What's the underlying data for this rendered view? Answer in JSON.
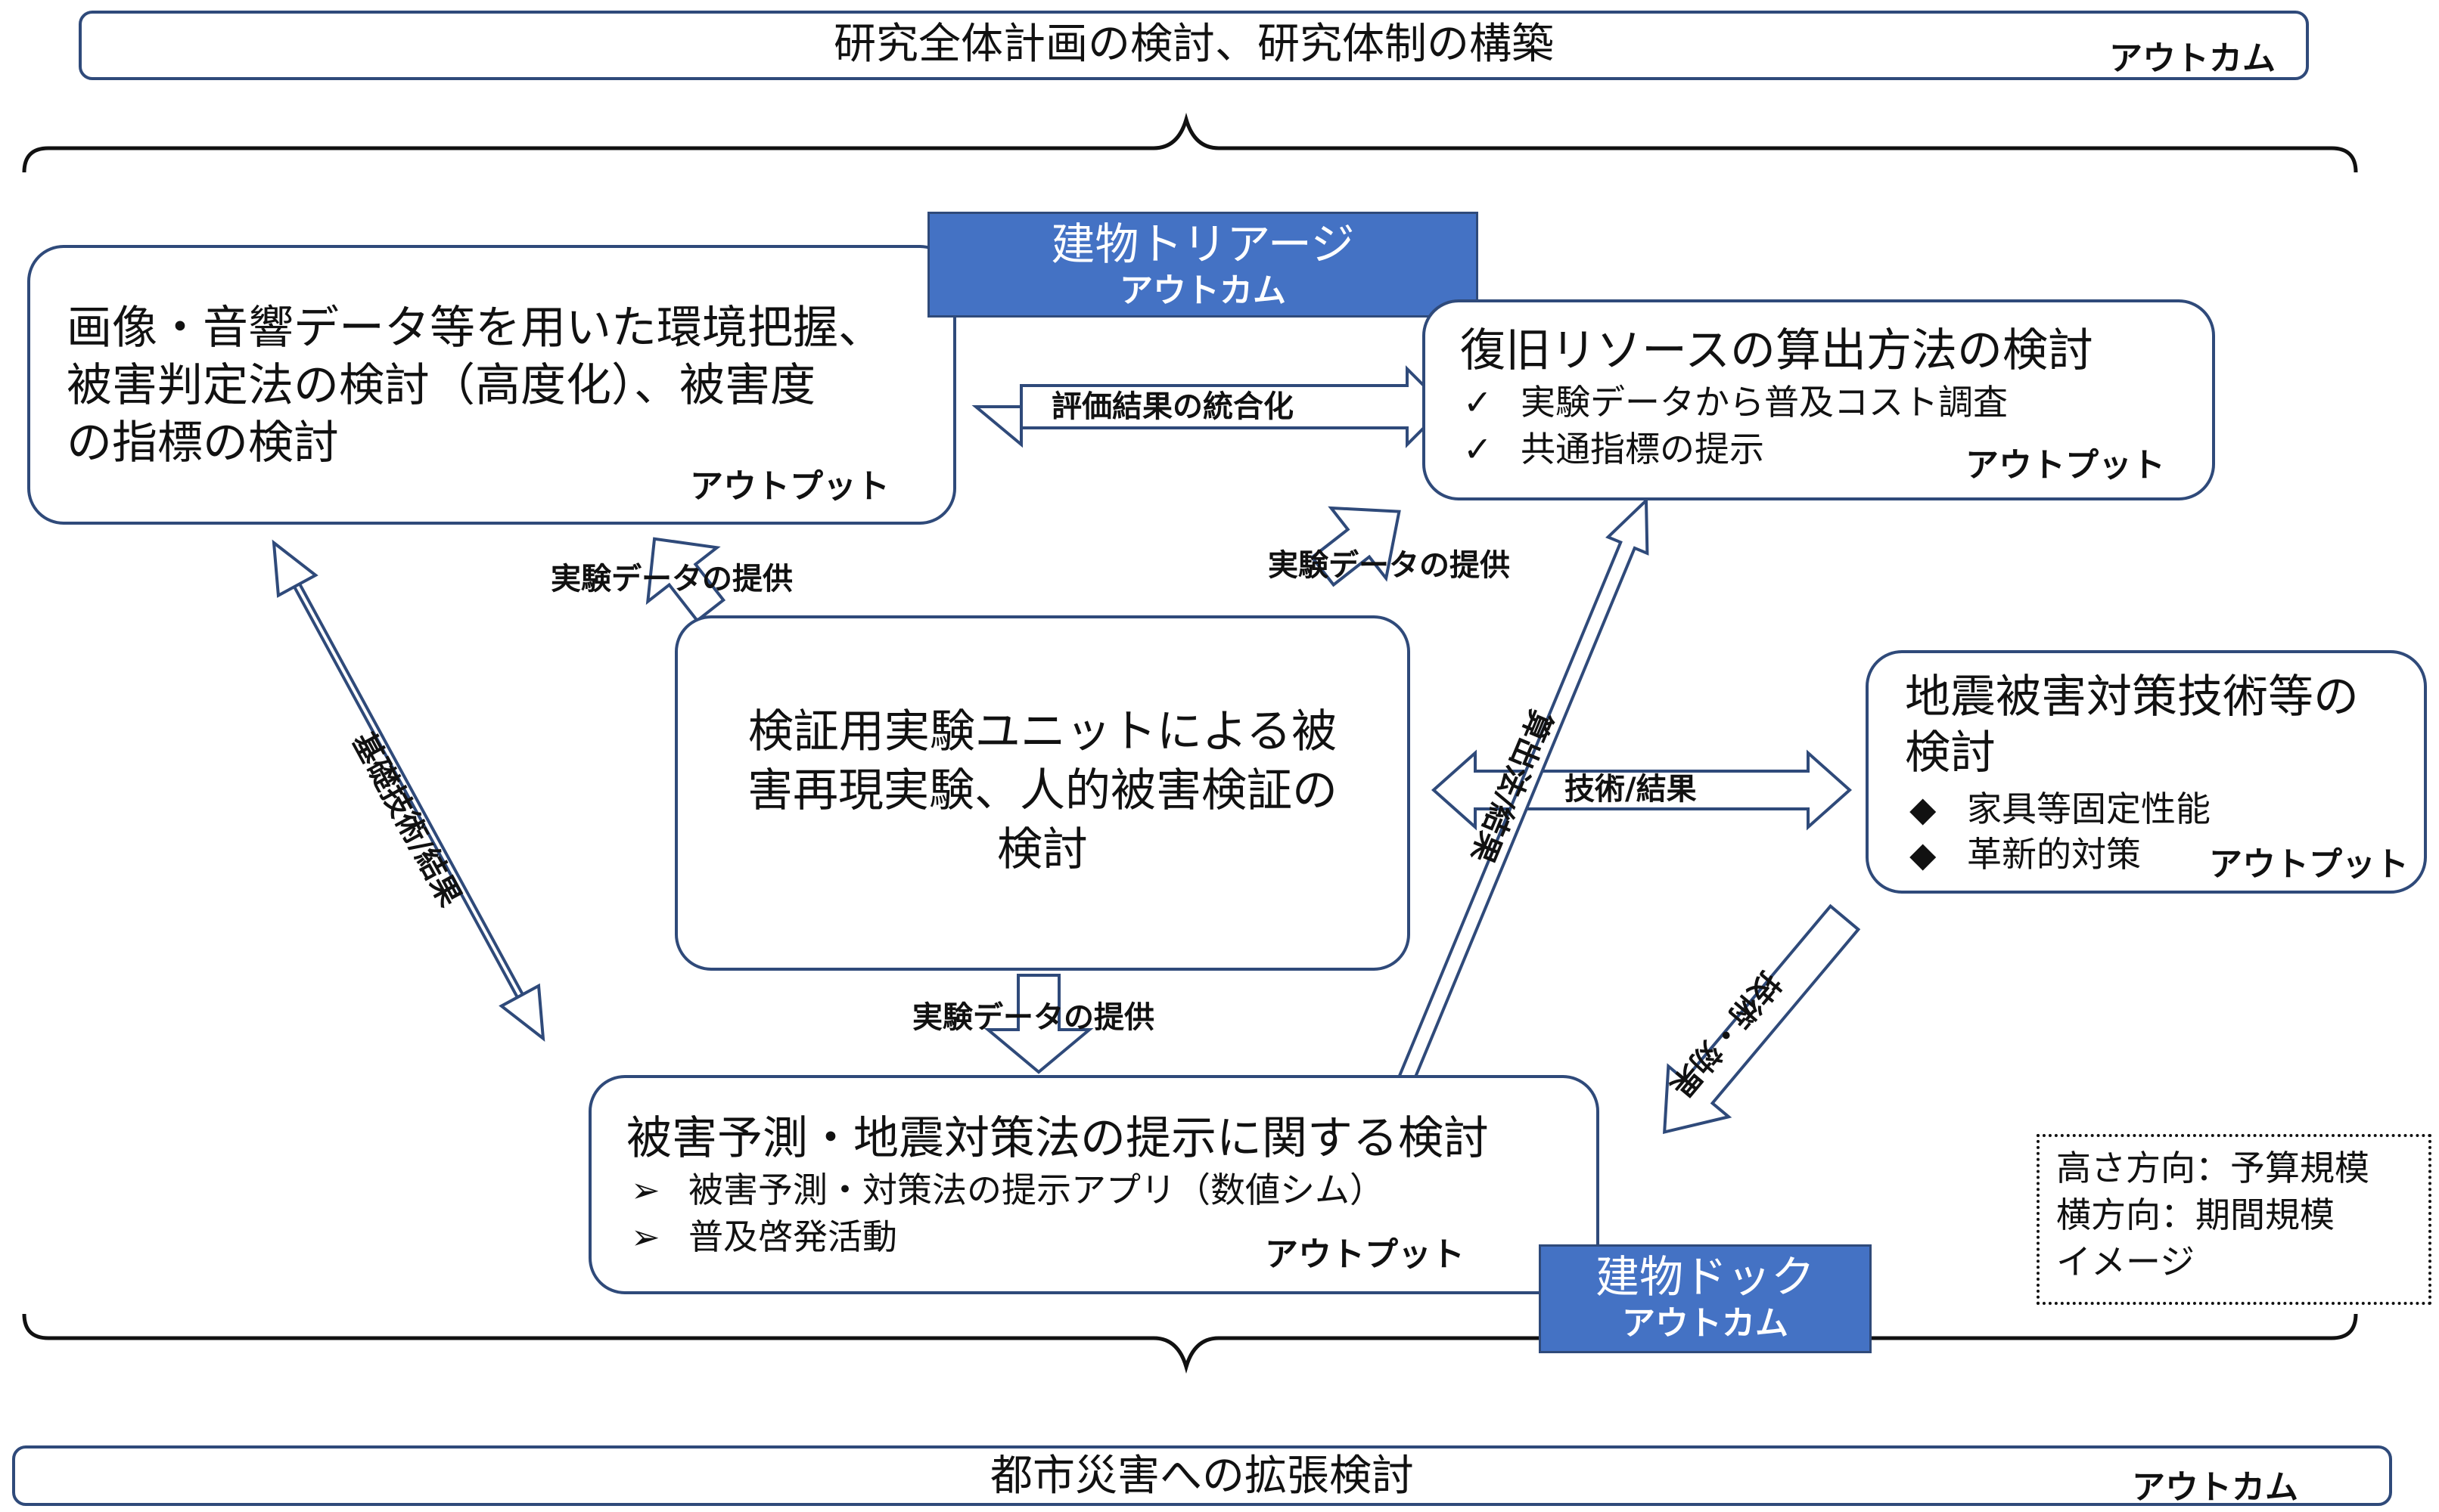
{
  "top_banner": {
    "title": "研究全体計画の検討、研究体制の構築",
    "tag": "アウトカム"
  },
  "bottom_banner": {
    "title": "都市災害への拡張検討",
    "tag": "アウトカム"
  },
  "box_environment": {
    "lines": [
      "画像・音響データ等を用いた環境把握、",
      "被害判定法の検討（高度化）、被害度",
      "の指標の検討"
    ],
    "tag": "アウトプット"
  },
  "triage": {
    "title": "建物トリアージ",
    "tag": "アウトカム"
  },
  "box_recovery": {
    "title": "復旧リソースの算出方法の検討",
    "items": [
      {
        "marker": "✓",
        "text": "実験データから普及コスト調査"
      },
      {
        "marker": "✓",
        "text": "共通指標の提示"
      }
    ],
    "tag": "アウトプット"
  },
  "box_center": {
    "lines": [
      "検証用実験ユニットによる被",
      "害再現実験、人的被害検証の",
      "検討"
    ]
  },
  "box_countermeasure": {
    "lines": [
      "地震被害対策技術等の",
      "検討"
    ],
    "items": [
      {
        "marker": "◆",
        "text": "家具等固定性能"
      },
      {
        "marker": "◆",
        "text": "革新的対策"
      }
    ],
    "tag": "アウトプット"
  },
  "box_prediction": {
    "title": "被害予測・地震対策法の提示に関する検討",
    "items": [
      {
        "marker": "➢",
        "text": "被害予測・対策法の提示アプリ（数値シム）"
      },
      {
        "marker": "➢",
        "text": "普及啓発活動"
      }
    ],
    "tag": "アウトプット"
  },
  "dock": {
    "title": "建物ドック",
    "tag": "アウトカム"
  },
  "edges": {
    "integration": "評価結果の統合化",
    "data_left": "実験データの提供",
    "data_right": "実験データの提供",
    "data_down": "実験データの提供",
    "basic_tech": "基礎技術/結果",
    "calc_method": "算出法/結果",
    "tech_result": "技術/結果",
    "tech_effect": "技術・効果"
  },
  "legend": {
    "lines": [
      "高さ方向：予算規模",
      "横方向：期間規模",
      "イメージ"
    ]
  },
  "colors": {
    "accent_blue": "#4472c4",
    "border": "#2f4a7a",
    "arrow": "#2f4a7a"
  }
}
